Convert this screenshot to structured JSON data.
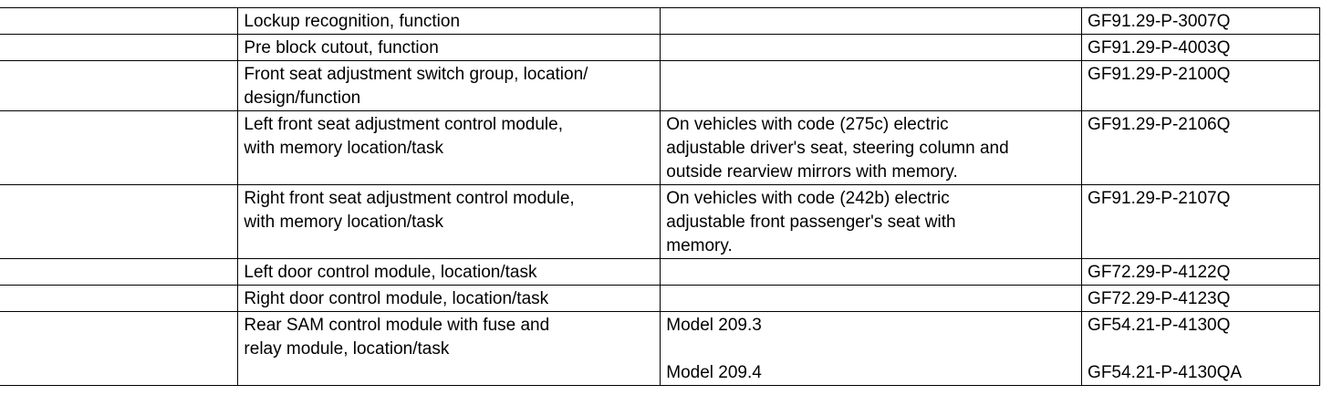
{
  "rows": [
    {
      "description": [
        "Lockup recognition, function"
      ],
      "notes": [],
      "codes": [
        "GF91.29-P-3007Q"
      ]
    },
    {
      "description": [
        "Pre block cutout, function"
      ],
      "notes": [],
      "codes": [
        "GF91.29-P-4003Q"
      ]
    },
    {
      "description": [
        "Front seat adjustment switch group, location/",
        "design/function"
      ],
      "notes": [],
      "codes": [
        "GF91.29-P-2100Q"
      ]
    },
    {
      "description": [
        "Left front seat adjustment control module,",
        "with memory location/task"
      ],
      "notes": [
        "On vehicles with code (275c) electric",
        "adjustable driver's seat, steering column and",
        "outside rearview mirrors with memory."
      ],
      "codes": [
        "GF91.29-P-2106Q"
      ]
    },
    {
      "description": [
        "Right front seat adjustment control module,",
        "with memory location/task"
      ],
      "notes": [
        "On vehicles with code (242b) electric",
        "adjustable front passenger's seat with",
        "memory."
      ],
      "codes": [
        "GF91.29-P-2107Q"
      ]
    },
    {
      "description": [
        "Left door control module, location/task"
      ],
      "notes": [],
      "codes": [
        "GF72.29-P-4122Q"
      ]
    },
    {
      "description": [
        "Right door control module, location/task"
      ],
      "notes": [],
      "codes": [
        "GF72.29-P-4123Q"
      ]
    },
    {
      "description": [
        "Rear SAM control module with fuse and",
        "relay module, location/task"
      ],
      "notes": [
        "Model 209.3",
        "Model 209.4"
      ],
      "codes": [
        "GF54.21-P-4130Q",
        "GF54.21-P-4130QA"
      ]
    }
  ]
}
